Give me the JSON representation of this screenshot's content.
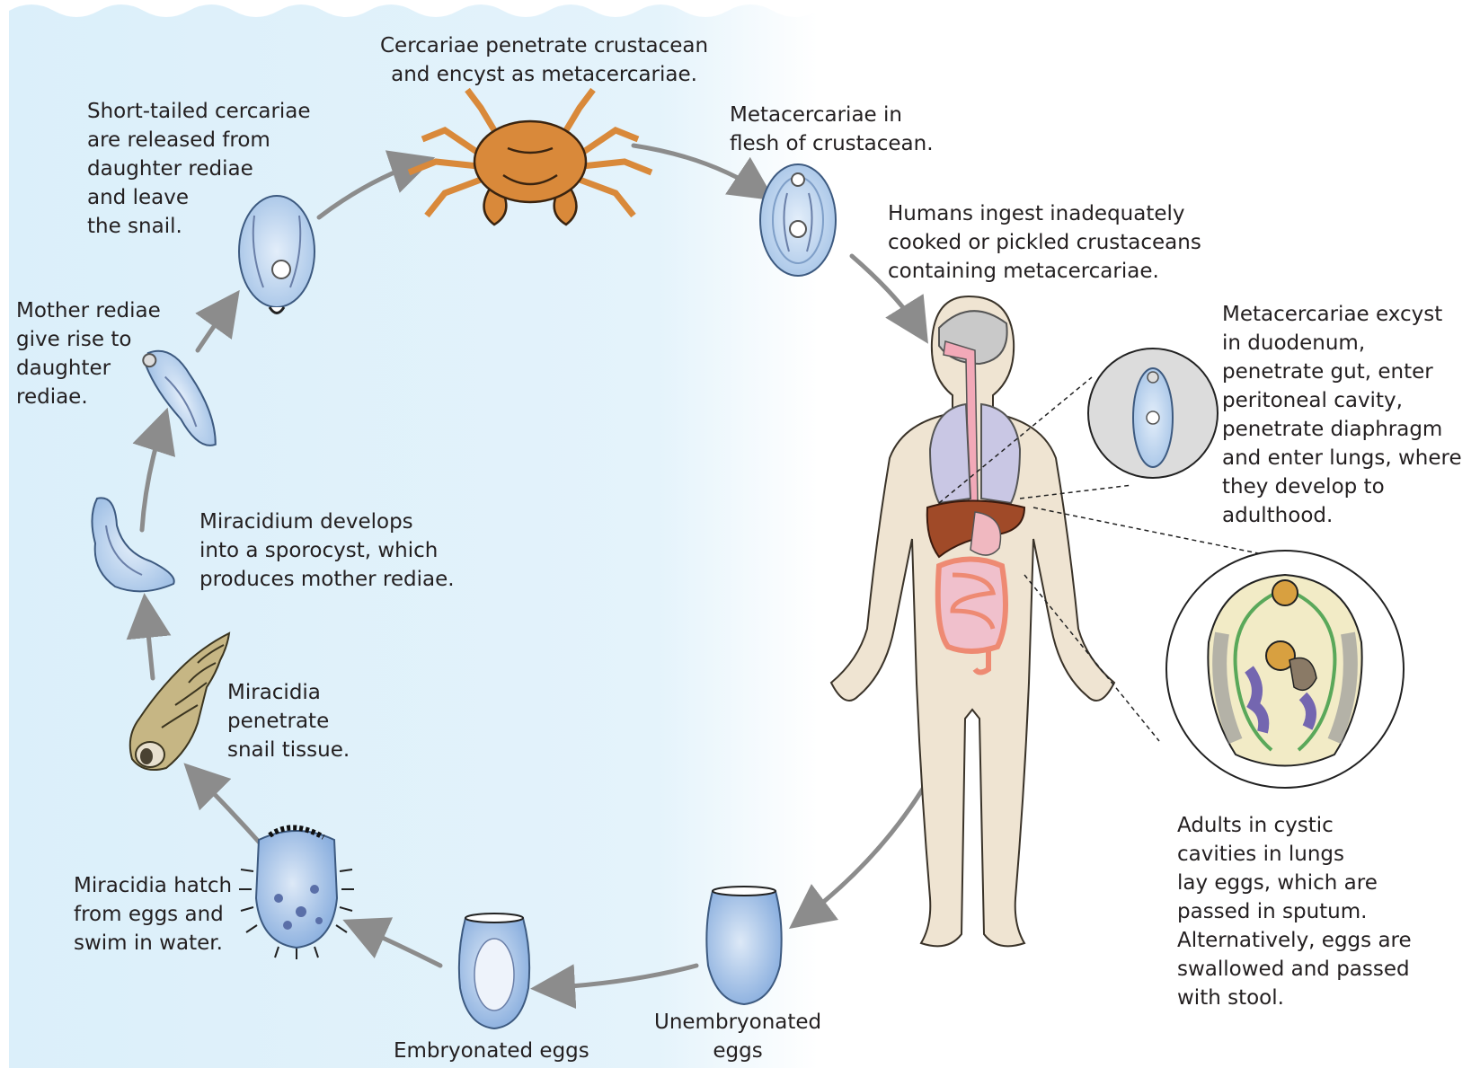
{
  "labels": {
    "cercariae_penetrate": [
      "Cercariae penetrate crustacean",
      "and encyst as metacercariae."
    ],
    "metacercariae_flesh": [
      "Metacercariae in",
      "flesh of crustacean."
    ],
    "humans_ingest": [
      "Humans ingest inadequately",
      "cooked or pickled crustaceans",
      "containing metacercariae."
    ],
    "excyst": [
      "Metacercariae excyst",
      "in duodenum,",
      "penetrate gut, enter",
      "peritoneal cavity,",
      "penetrate diaphragm",
      "and enter lungs, where",
      "they develop to",
      "adulthood."
    ],
    "adults": [
      "Adults in cystic",
      "cavities in lungs",
      "lay eggs, which are",
      "passed in sputum.",
      "Alternatively, eggs are",
      "swallowed and passed",
      "with stool."
    ],
    "unembryonated": [
      "Unembryonated",
      "eggs"
    ],
    "embryonated": [
      "Embryonated eggs"
    ],
    "miracidia_hatch": [
      "Miracidia hatch",
      "from eggs and",
      "swim in water."
    ],
    "miracidia_penetrate": [
      "Miracidia",
      "penetrate",
      "snail tissue."
    ],
    "sporocyst": [
      "Miracidium develops",
      "into a sporocyst, which",
      "produces mother rediae."
    ],
    "mother_rediae": [
      "Mother rediae",
      "give rise to",
      "daughter",
      "rediae."
    ],
    "short_tailed": [
      "Short-tailed cercariae",
      "are released from",
      "daughter rediae",
      "and leave",
      "the snail."
    ]
  },
  "colors": {
    "water": "#dff1fb",
    "arrow": "#8c8c8c",
    "skin": "#efe4d2",
    "crab": "#d9893a",
    "lung": "#c9c7e4",
    "liver": "#a04a28",
    "intestine": "#ee8a73",
    "egg": "#a9c9ea"
  },
  "icons": [
    "crab-icon",
    "snail-icon",
    "human-body-icon",
    "egg-icon",
    "larva-icon",
    "magnified-circle-icon"
  ]
}
